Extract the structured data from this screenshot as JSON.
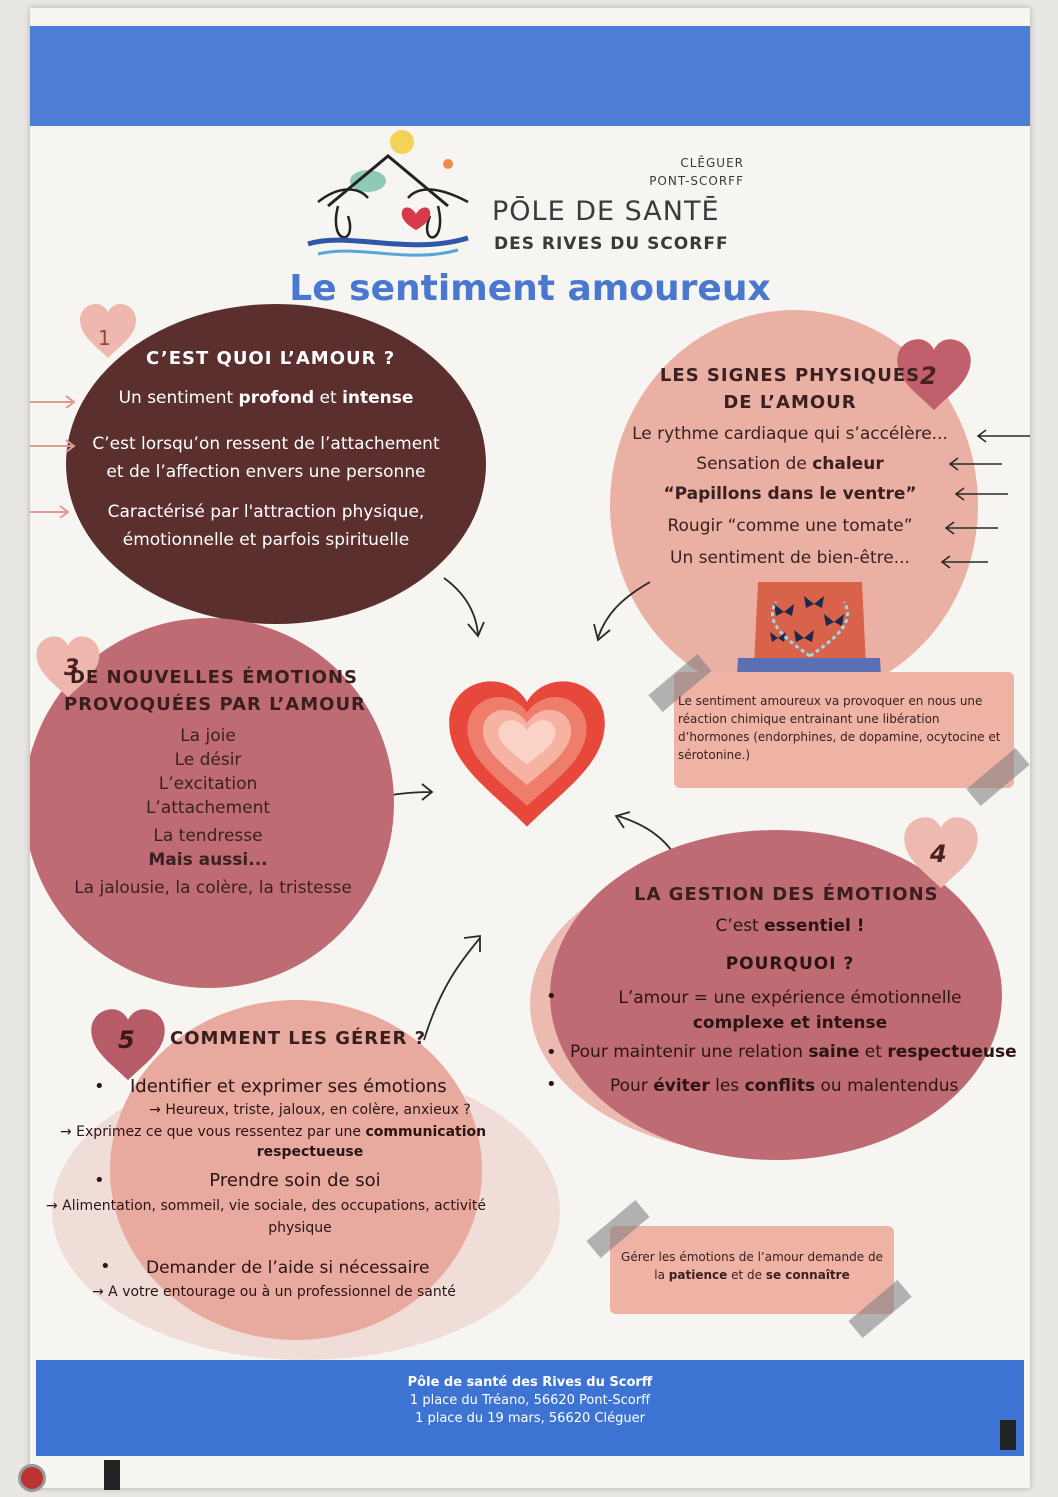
{
  "header": {
    "town1": "CLĒGUER",
    "town2": "PONT-SCORFF",
    "brand1": "PŌLE DE SANTĒ",
    "brand2": "DES RIVES DU SCORFF",
    "title": "Le sentiment amoureux"
  },
  "colors": {
    "blue": "#4c7ed6",
    "brown": "#5a2f2d",
    "pink_light": "#ebb0a4",
    "rose": "#be6b74",
    "heart_red": "#e84a40"
  },
  "s1": {
    "num": "1",
    "title": "C’EST QUOI L’AMOUR ?",
    "l1a": "Un sentiment ",
    "l1b": "profond",
    "l1c": " et ",
    "l1d": "intense",
    "l2": "C’est lorsqu’on ressent de l’attachement",
    "l3": "et de l’affection envers une personne",
    "l4": "Caractérisé par l'attraction physique,",
    "l5": "émotionnelle et parfois spirituelle"
  },
  "s2": {
    "num": "2",
    "title1": "LES SIGNES PHYSIQUES",
    "title2": "DE L’AMOUR",
    "l1": "Le rythme cardiaque qui s’accélère...",
    "l2a": "Sensation de ",
    "l2b": "chaleur",
    "l3": "“Papillons dans le ventre”",
    "l4": "Rougir “comme une tomate”",
    "l5": "Un sentiment de bien-être..."
  },
  "note1": "Le sentiment amoureux va provoquer en nous une réaction chimique entrainant une libération d’hormones (endorphines, de dopamine, ocytocine et sérotonine.)",
  "s3": {
    "num": "3",
    "title1": "DE NOUVELLES ÉMOTIONS",
    "title2": "PROVOQUÉES PAR L’AMOUR",
    "items": [
      "La joie",
      "Le désir",
      "L’excitation",
      "L’attachement",
      "La tendresse"
    ],
    "also": "Mais aussi...",
    "last": "La jalousie, la colère, la tristesse"
  },
  "s4": {
    "num": "4",
    "title": "LA GESTION DES ÉMOTIONS",
    "l1a": "C’est ",
    "l1b": "essentiel !",
    "why": "POURQUOI ?",
    "b1a": "L’amour = une expérience émotionnelle",
    "b1b": "complexe et intense",
    "b2a": "Pour maintenir une relation ",
    "b2b": "saine",
    "b2c": " et ",
    "b2d": "respectueuse",
    "b3a": "Pour ",
    "b3b": "éviter",
    "b3c": " les ",
    "b3d": "conflits",
    "b3e": " ou malentendus"
  },
  "s5": {
    "num": "5",
    "title": "COMMENT LES GÉRER ?",
    "i1": "Identifier et exprimer ses émotions",
    "i1s1": "→ Heureux, triste, jaloux, en colère, anxieux ?",
    "i1s2a": "→ Exprimez ce que vous ressentez par une ",
    "i1s2b": "communication",
    "i1s3": "respectueuse",
    "i2": "Prendre soin de soi",
    "i2s1": "→ Alimentation, sommeil, vie sociale, des occupations, activité",
    "i2s2": "physique",
    "i3": "Demander de l’aide si nécessaire",
    "i3s1": "→ A votre entourage ou à un professionnel de santé"
  },
  "note2": {
    "a": "Gérer les émotions de l’amour demande de",
    "b": "la ",
    "c": "patience",
    "d": " et de ",
    "e": "se connaître"
  },
  "footer": {
    "name": "Pôle de santé des Rives du Scorff",
    "addr1": "1 place du Tréano, 56620 Pont-Scorff",
    "addr2": "1 place du 19 mars, 56620 Cléguer"
  }
}
